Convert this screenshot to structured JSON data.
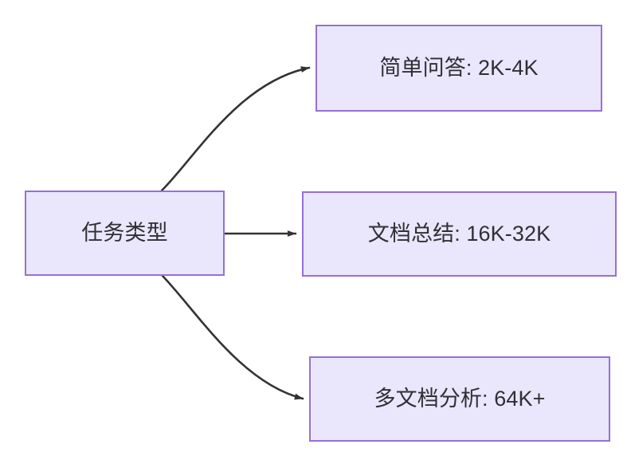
{
  "diagram": {
    "type": "flowchart",
    "direction": "left-to-right",
    "theme": {
      "node_fill": "#eae6fb",
      "node_border": "#9670d6",
      "edge_color": "#333333",
      "text_color": "#2f2f35",
      "background": "#ffffff"
    },
    "nodes": [
      {
        "id": "root",
        "label": "任务类型"
      },
      {
        "id": "simple",
        "label": "简单问答: 2K-4K"
      },
      {
        "id": "summary",
        "label": "文档总结: 16K-32K"
      },
      {
        "id": "multi",
        "label": "多文档分析: 64K+"
      }
    ],
    "edges": [
      {
        "from": "root",
        "to": "simple",
        "label": "",
        "style": "curved-arrow"
      },
      {
        "from": "root",
        "to": "summary",
        "label": "",
        "style": "straight-arrow"
      },
      {
        "from": "root",
        "to": "multi",
        "label": "",
        "style": "curved-arrow"
      }
    ]
  }
}
